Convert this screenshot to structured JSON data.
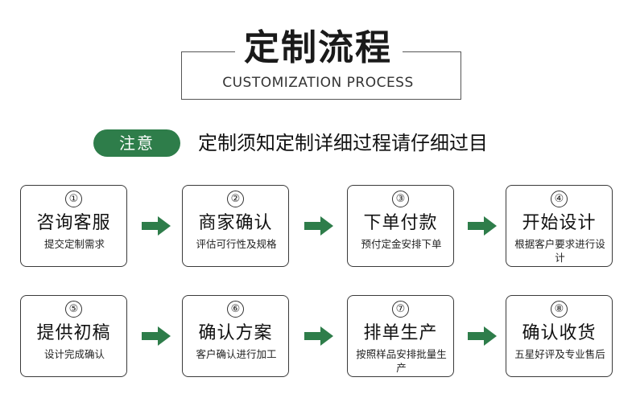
{
  "header": {
    "title": "定制流程",
    "subtitle": "CUSTOMIZATION PROCESS"
  },
  "notice": {
    "badge": "注意",
    "text": "定制须知定制详细过程请仔细过目"
  },
  "colors": {
    "accent": "#2e7d4a",
    "border": "#3a3a3a"
  },
  "icons": {
    "arrow": "right-arrow-icon"
  },
  "steps": [
    {
      "num": "①",
      "name": "咨询客服",
      "desc": "提交定制需求"
    },
    {
      "num": "②",
      "name": "商家确认",
      "desc": "评估可行性及规格"
    },
    {
      "num": "③",
      "name": "下单付款",
      "desc": "预付定金安排下单"
    },
    {
      "num": "④",
      "name": "开始设计",
      "desc": "根据客户要求进行设计"
    },
    {
      "num": "⑤",
      "name": "提供初稿",
      "desc": "设计完成确认"
    },
    {
      "num": "⑥",
      "name": "确认方案",
      "desc": "客户确认进行加工"
    },
    {
      "num": "⑦",
      "name": "排单生产",
      "desc": "按照样品安排批量生产"
    },
    {
      "num": "⑧",
      "name": "确认收货",
      "desc": "五星好评及专业售后"
    }
  ]
}
